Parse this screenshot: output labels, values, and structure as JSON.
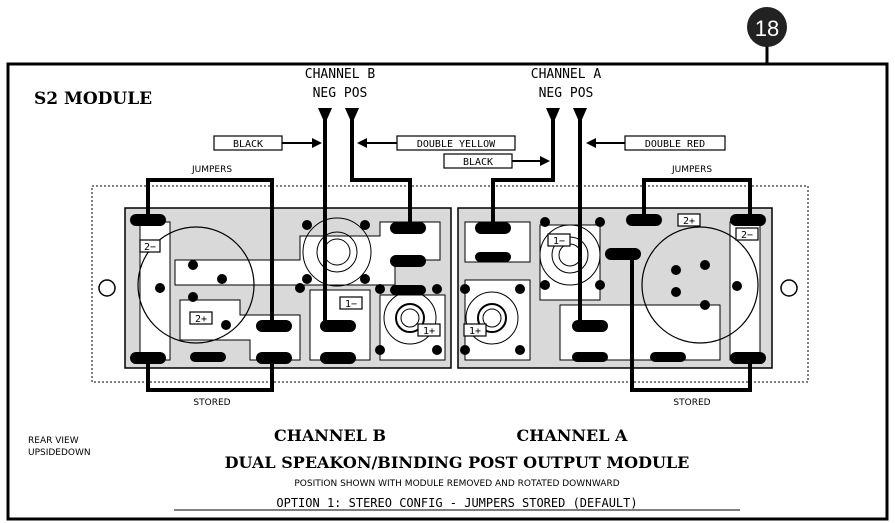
{
  "badge": "18",
  "module_title": "S2 MODULE",
  "top": {
    "ch_b_label": "CHANNEL B",
    "ch_b_negpos": "NEG POS",
    "ch_a_label": "CHANNEL A",
    "ch_a_negpos": "NEG POS"
  },
  "wire_tags": {
    "black_left": "BLACK",
    "double_yellow": "DOUBLE YELLOW",
    "black_center": "BLACK",
    "double_red": "DOUBLE RED"
  },
  "jumpers_left": "JUMPERS",
  "jumpers_right": "JUMPERS",
  "stored_left": "STORED",
  "stored_right": "STORED",
  "terminal_labels": {
    "b_neg_left": "2−",
    "b_pos_left": "2+",
    "b_mid_neg": "1−",
    "b_mid_pos": "1+",
    "a_mid_pos": "1+",
    "a_mid_neg": "1−",
    "a_pos_right": "2+",
    "a_neg_right": "2−"
  },
  "bottom": {
    "rear_view_1": "REAR VIEW",
    "rear_view_2": "UPSIDEDOWN",
    "ch_b": "CHANNEL B",
    "ch_a": "CHANNEL A",
    "module_name": "DUAL SPEAKON/BINDING POST OUTPUT MODULE",
    "position_note": "POSITION SHOWN WITH MODULE REMOVED AND ROTATED DOWNWARD",
    "option": "OPTION 1: STEREO CONFIG - JUMPERS STORED (DEFAULT)"
  }
}
